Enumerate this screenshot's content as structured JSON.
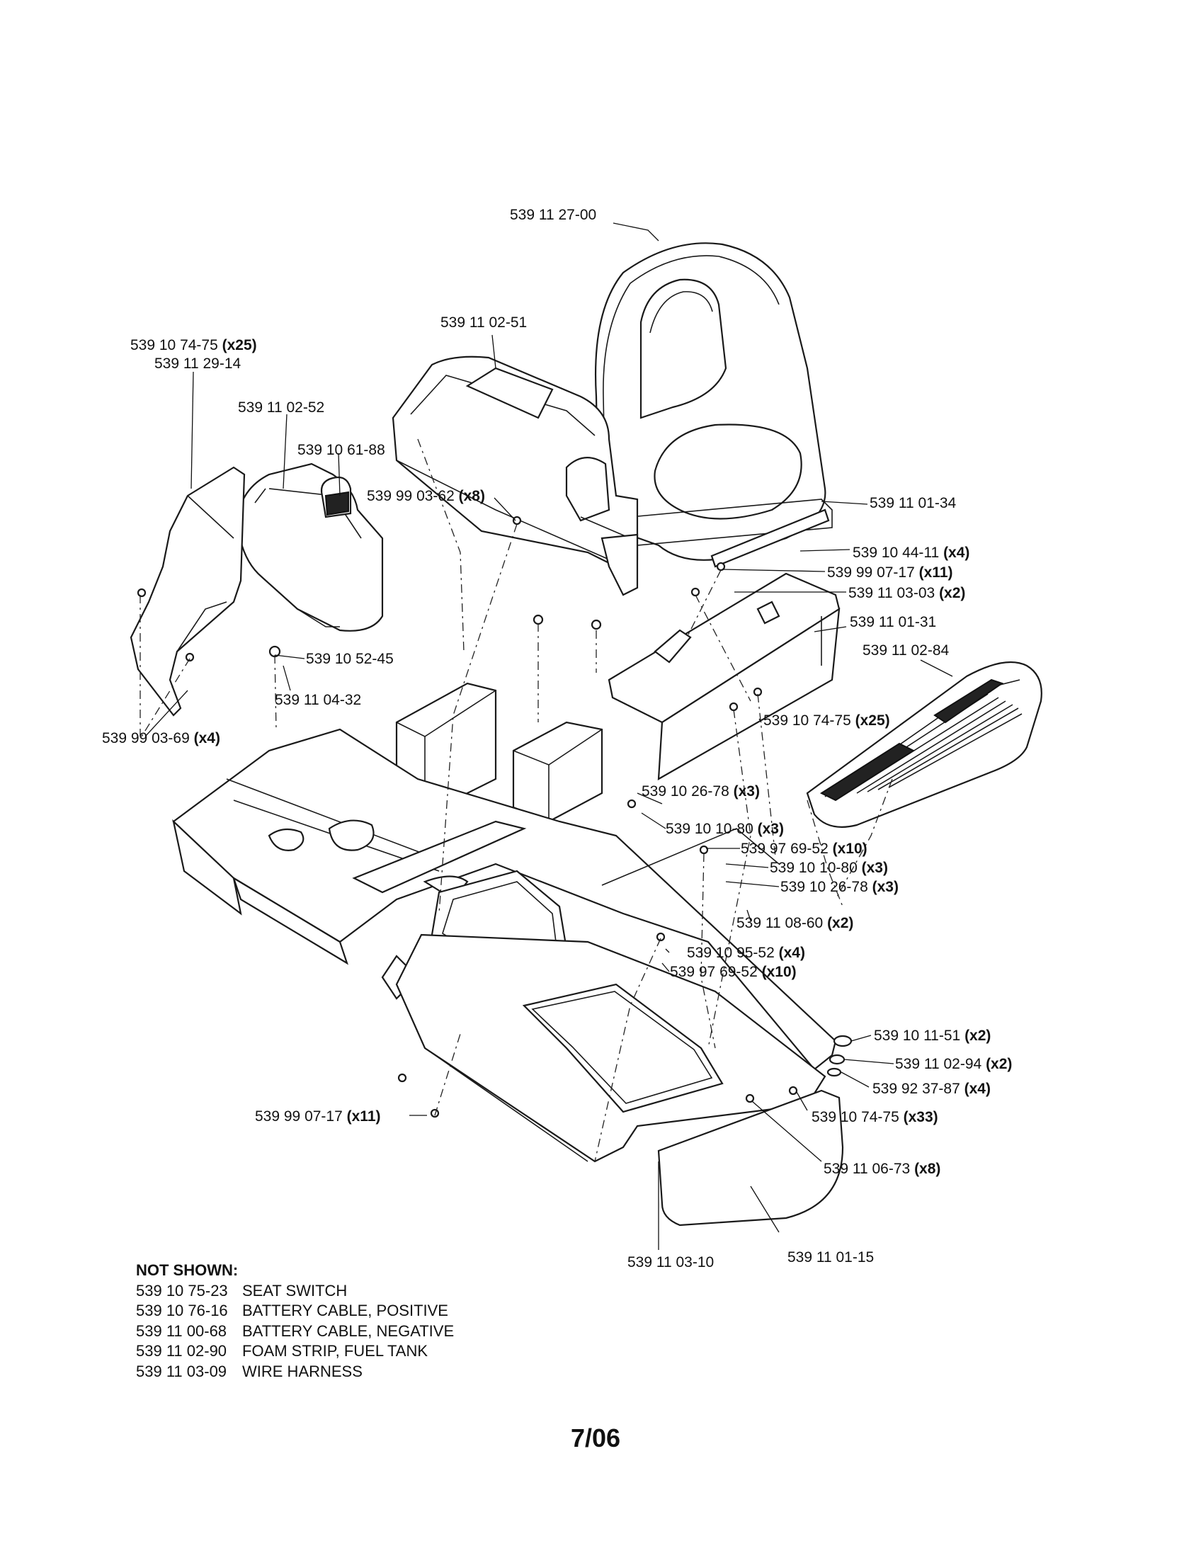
{
  "callouts": [
    {
      "id": "seat",
      "part": "539 11 27-00",
      "qty": ""
    },
    {
      "id": "seat-pan",
      "part": "539 11 01-34",
      "qty": ""
    },
    {
      "id": "rear-cover",
      "part": "539 11 02-51",
      "qty": ""
    },
    {
      "id": "screw-x25-top",
      "part": "539 10 74-75",
      "qty": "(x25)"
    },
    {
      "id": "fender-left",
      "part": "539 11 29-14",
      "qty": ""
    },
    {
      "id": "fuel-tank",
      "part": "539 11 02-52",
      "qty": ""
    },
    {
      "id": "fuel-cap",
      "part": "539 10 61-88",
      "qty": ""
    },
    {
      "id": "bolt-x8",
      "part": "539 99 03-62",
      "qty": "(x8)"
    },
    {
      "id": "knob-x4",
      "part": "539 10 44-11",
      "qty": "(x4)"
    },
    {
      "id": "nut-x11-top",
      "part": "539 99 07-17",
      "qty": "(x11)"
    },
    {
      "id": "bracket-x2",
      "part": "539 11 03-03",
      "qty": "(x2)"
    },
    {
      "id": "seat-plate",
      "part": "539 11 01-31",
      "qty": ""
    },
    {
      "id": "footrest",
      "part": "539 11 02-84",
      "qty": ""
    },
    {
      "id": "screw-x25-mid",
      "part": "539 10 74-75",
      "qty": "(x25)"
    },
    {
      "id": "grommet",
      "part": "539 10 52-45",
      "qty": ""
    },
    {
      "id": "fitting",
      "part": "539 11 04-32",
      "qty": ""
    },
    {
      "id": "nut-x4",
      "part": "539 99 03-69",
      "qty": "(x4)"
    },
    {
      "id": "screw-x3-a",
      "part": "539 10 26-78",
      "qty": "(x3)"
    },
    {
      "id": "nut-x3-a",
      "part": "539 10 10-80",
      "qty": "(x3)"
    },
    {
      "id": "washer-x10-a",
      "part": "539 97 69-52",
      "qty": "(x10)"
    },
    {
      "id": "nut-x3-b",
      "part": "539 10 10-80",
      "qty": "(x3)"
    },
    {
      "id": "screw-x3-b",
      "part": "539 10 26-78",
      "qty": "(x3)"
    },
    {
      "id": "hinge-x2",
      "part": "539 11 08-60",
      "qty": "(x2)"
    },
    {
      "id": "bolt-x4",
      "part": "539 10 95-52",
      "qty": "(x4)"
    },
    {
      "id": "washer-x10-b",
      "part": "539 97 69-52",
      "qty": "(x10)"
    },
    {
      "id": "bushing-x2",
      "part": "539 10 11-51",
      "qty": "(x2)"
    },
    {
      "id": "spacer-x2",
      "part": "539 11 02-94",
      "qty": "(x2)"
    },
    {
      "id": "washer-x4",
      "part": "539 92 37-87",
      "qty": "(x4)"
    },
    {
      "id": "nut-x11-bottom",
      "part": "539 99 07-17",
      "qty": "(x11)"
    },
    {
      "id": "screw-x33",
      "part": "539 10 74-75",
      "qty": "(x33)"
    },
    {
      "id": "clip-x8",
      "part": "539 11 06-73",
      "qty": "(x8)"
    },
    {
      "id": "chassis",
      "part": "539 11 03-10",
      "qty": ""
    },
    {
      "id": "floor-pan",
      "part": "539 11 01-15",
      "qty": ""
    }
  ],
  "not_shown": {
    "heading": "NOT SHOWN:",
    "items": [
      {
        "part": "539 10 75-23",
        "desc": "SEAT SWITCH"
      },
      {
        "part": "539 10 76-16",
        "desc": "BATTERY CABLE, POSITIVE"
      },
      {
        "part": "539 11 00-68",
        "desc": "BATTERY CABLE, NEGATIVE"
      },
      {
        "part": "539 11 02-90",
        "desc": "FOAM STRIP, FUEL TANK"
      },
      {
        "part": "539 11 03-09",
        "desc": "WIRE HARNESS"
      }
    ]
  },
  "footer": {
    "date": "7/06"
  }
}
